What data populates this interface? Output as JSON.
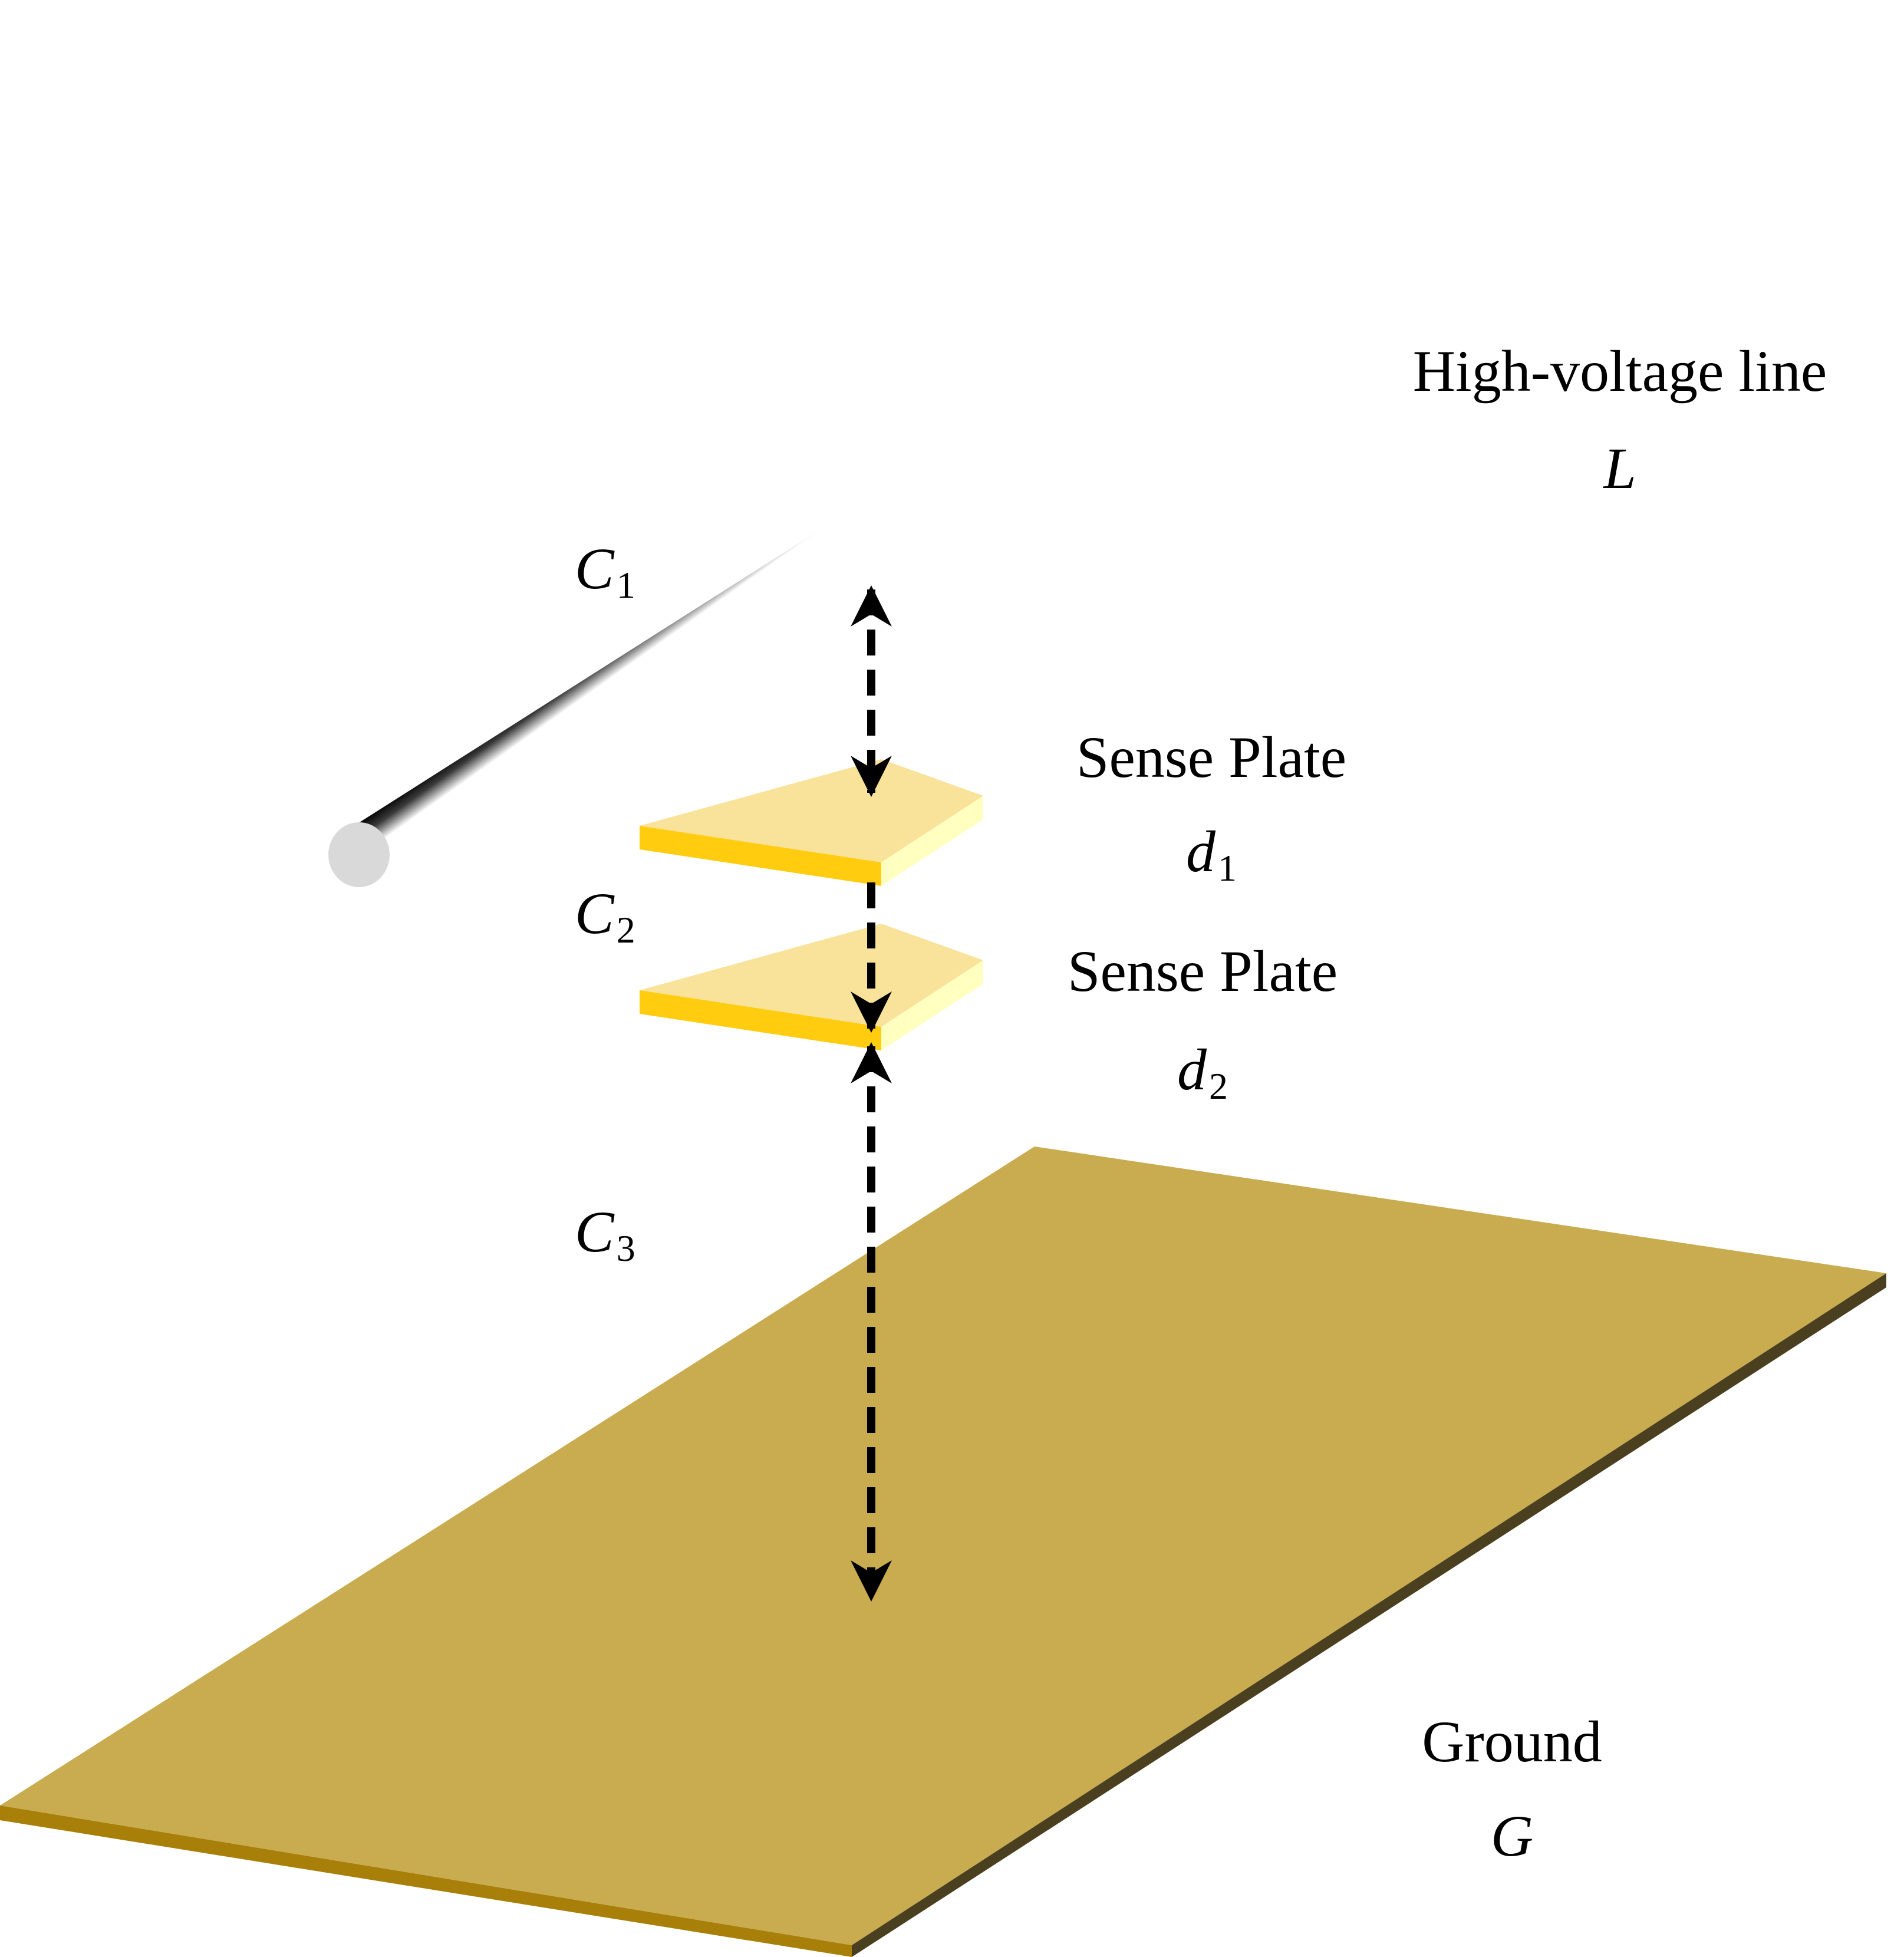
{
  "labels": {
    "line_title": "High-voltage line",
    "line_symbol": "L",
    "plate1_title": "Sense Plate",
    "plate1_symbol": "d",
    "plate1_symbol_sub": "1",
    "plate2_title": "Sense Plate",
    "plate2_symbol": "d",
    "plate2_symbol_sub": "2",
    "ground_title": "Ground",
    "ground_symbol": "G",
    "c1_symbol": "C",
    "c1_sub": "1",
    "c2_symbol": "C",
    "c2_sub": "2",
    "c3_symbol": "C",
    "c3_sub": "3"
  },
  "colors": {
    "line_body": "#000000",
    "line_end_cap": "#d9d9d9",
    "plate_top": "#f9e29a",
    "plate_front": "#ffcc0f",
    "plate_side": "#ffffbf",
    "ground_top": "#c9ab50",
    "ground_front": "#a87f08",
    "ground_side": "#4a3f1e",
    "arrows": "#000000"
  }
}
